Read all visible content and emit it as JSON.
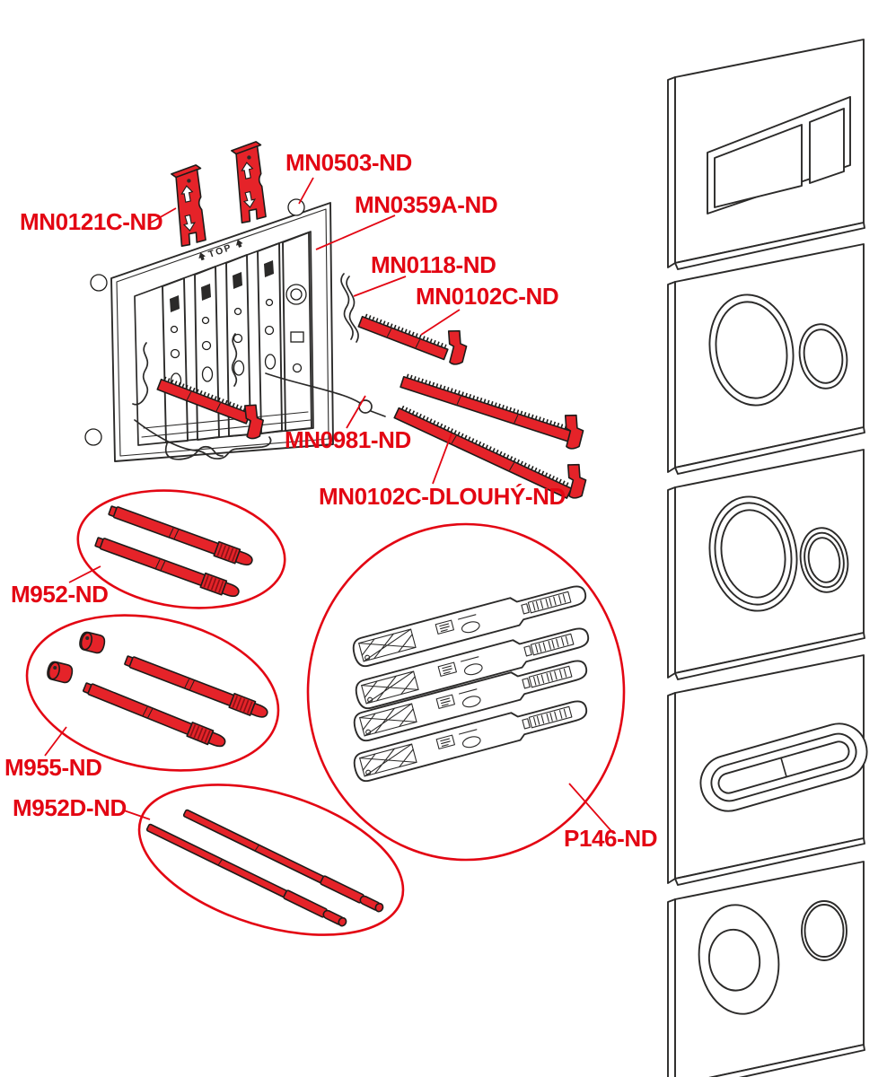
{
  "diagram": {
    "type": "exploded-spare-parts-diagram",
    "frame_marking": "TOP",
    "colors": {
      "accent_red": "#e30613",
      "part_fill_red": "#e52329",
      "line_dark": "#2b2a29",
      "background": "#ffffff"
    },
    "labels": {
      "mn0121c": "MN0121C-ND",
      "mn0503": "MN0503-ND",
      "mn0359a": "MN0359A-ND",
      "mn0118": "MN0118-ND",
      "mn0102c": "MN0102C-ND",
      "mn0981": "MN0981-ND",
      "mn0102c_dlouhy": "MN0102C-DLOUHÝ-ND",
      "m952": "M952-ND",
      "m955": "M955-ND",
      "m952d": "M952D-ND",
      "p146": "P146-ND"
    }
  }
}
